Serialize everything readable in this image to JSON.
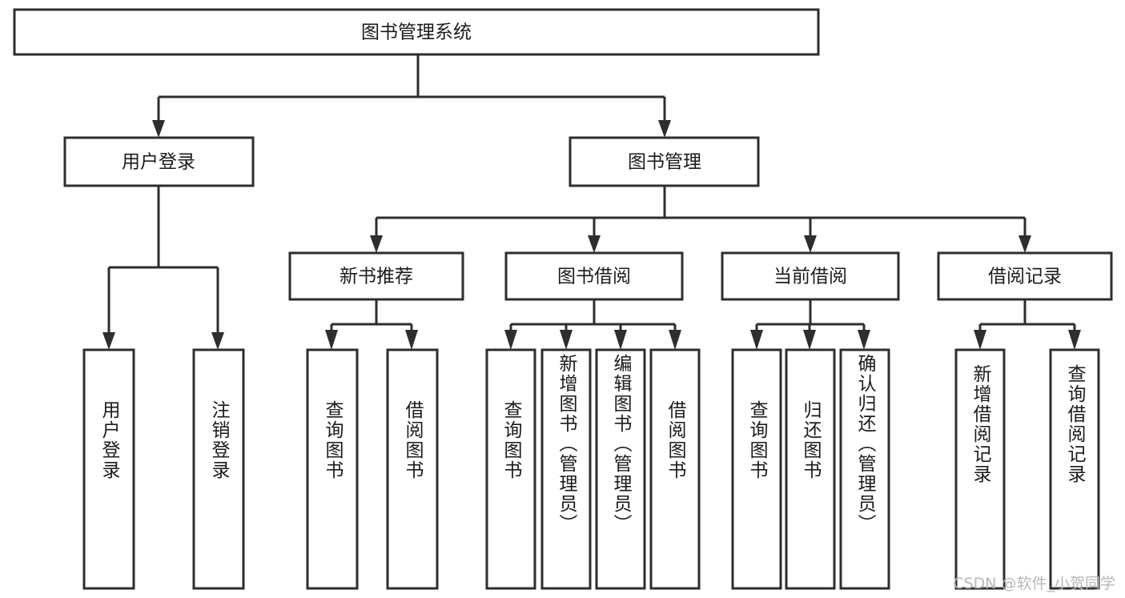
{
  "diagram": {
    "type": "tree-hierarchy",
    "title": "图书管理系统",
    "orientation": "top-down",
    "watermark": "CSDN @软件_小贺同学",
    "colors": {
      "box_fill": "#ffffff",
      "box_stroke": "#2e2e2e",
      "text": "#1b1b1b",
      "watermark": "#b8b8b8",
      "background": "#ffffff"
    },
    "levels": {
      "root": {
        "label": "图书管理系统"
      },
      "level2": [
        {
          "label": "用户登录"
        },
        {
          "label": "图书管理"
        }
      ],
      "level3": [
        {
          "label": "新书推荐"
        },
        {
          "label": "图书借阅"
        },
        {
          "label": "当前借阅"
        },
        {
          "label": "借阅记录"
        }
      ],
      "leaves": {
        "user_login": [
          {
            "label": "用户登录"
          },
          {
            "label": "注销登录"
          }
        ],
        "new_book_recommend": [
          {
            "label": "查询图书"
          },
          {
            "label": "借阅图书"
          }
        ],
        "book_borrow": [
          {
            "label": "查询图书"
          },
          {
            "label": "新增图书（管理员）"
          },
          {
            "label": "编辑图书（管理员）"
          },
          {
            "label": "借阅图书"
          }
        ],
        "current_borrow": [
          {
            "label": "查询图书"
          },
          {
            "label": "归还图书"
          },
          {
            "label": "确认归还（管理员）"
          }
        ],
        "borrow_record": [
          {
            "label": "新增借阅记录"
          },
          {
            "label": "查询借阅记录"
          }
        ]
      }
    }
  }
}
